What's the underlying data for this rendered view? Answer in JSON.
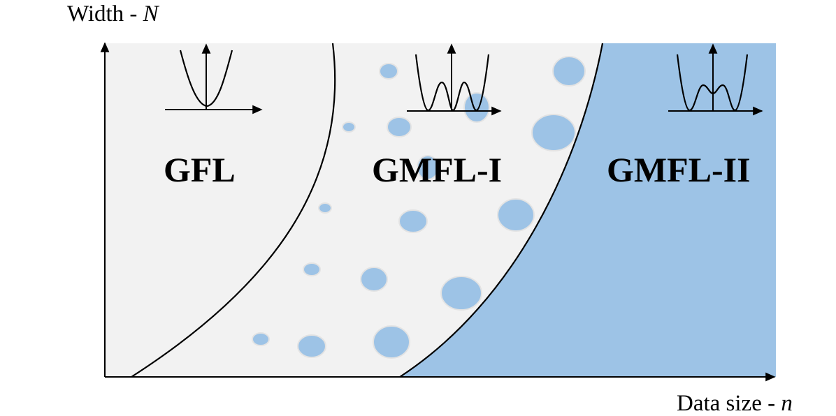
{
  "axes": {
    "x_label_text": "Data size - ",
    "x_label_var": "n",
    "y_label_text": "Width - ",
    "y_label_var": "N"
  },
  "regions": [
    {
      "id": "gfl",
      "label": "GFL",
      "fill": "#f2f2f2",
      "landscape": "single-well"
    },
    {
      "id": "gmfl1",
      "label": "GMFL-I",
      "fill": "#f2f2f2",
      "landscape": "multi-well-global-min-equal"
    },
    {
      "id": "gmfl2",
      "label": "GMFL-II",
      "fill": "#9dc3e6",
      "landscape": "multi-well-raised-center"
    }
  ],
  "colors": {
    "background": "#ffffff",
    "light_region": "#f2f2f2",
    "blue_region": "#9dc3e6",
    "bubble": "#9dc3e6",
    "lines": "#000000"
  },
  "icons": {
    "axis_arrow": "arrow-head-icon",
    "bubble": "bubble-icon",
    "landscape": "loss-landscape-icon"
  }
}
